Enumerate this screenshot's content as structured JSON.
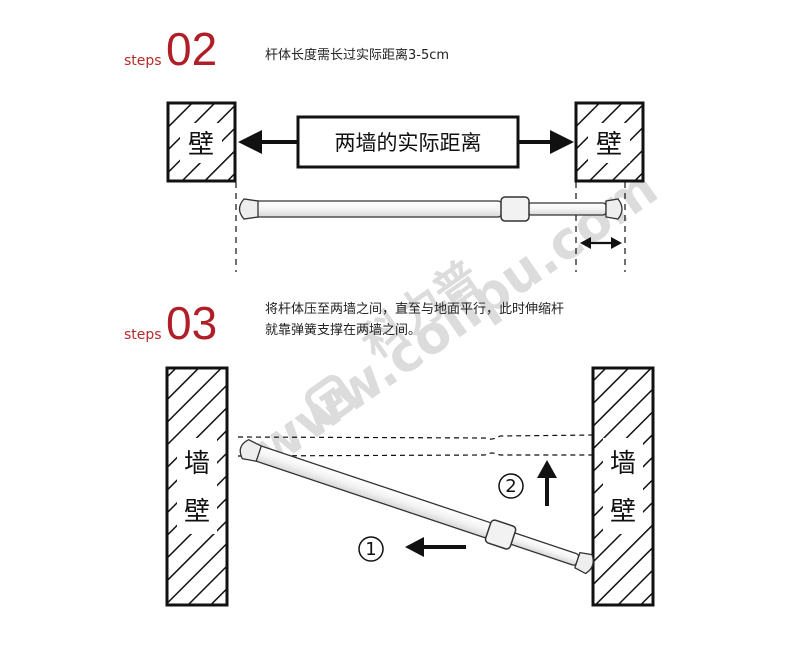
{
  "colors": {
    "accent_red": "#b01e28",
    "ink": "#111111",
    "watermark": "#dcdcdc"
  },
  "step2": {
    "word": "steps",
    "number": "02",
    "note": "杆体长度需长过实际距离3-5cm",
    "wall_left": "壁",
    "wall_right": "壁",
    "distance_label": "两墙的实际距离"
  },
  "step3": {
    "word": "steps",
    "number": "03",
    "note_line1": "将杆体压至两墙之间，直至与地面平行，此时伸缩杆",
    "note_line2": "就靠弹簧支撑在两墙之间。",
    "left_wall_top": "墙",
    "left_wall_bottom": "壁",
    "right_wall_top": "墙",
    "right_wall_bottom": "壁",
    "marker_one": "①",
    "marker_two": "②"
  },
  "watermark": {
    "brand": "科力普",
    "site": "www.colipu.com"
  },
  "icons": [
    "arrow-left-icon",
    "arrow-right-icon",
    "arrow-up-icon",
    "double-arrow-icon",
    "watermark-logo-icon"
  ]
}
